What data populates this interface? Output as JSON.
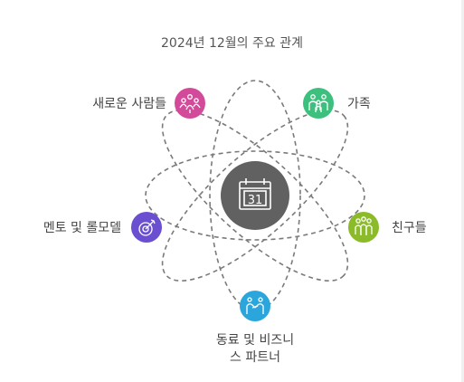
{
  "title": "2024년 12월의 주요 관계",
  "center": {
    "date_number": "31",
    "icon": "calendar-icon",
    "color": "#616161"
  },
  "nodes": {
    "new_people": {
      "label": "새로운 사람들",
      "icon": "group-icon",
      "color": "#d34a9b"
    },
    "family": {
      "label": "가족",
      "icon": "family-icon",
      "color": "#3dbf7e"
    },
    "friends": {
      "label": "친구들",
      "icon": "friends-icon",
      "color": "#8cbb2a"
    },
    "mentors": {
      "label": "멘토 및 롤모델",
      "icon": "target-icon",
      "color": "#6a4fd1"
    },
    "colleagues": {
      "label_line1": "동료 및 비즈니",
      "label_line2": "스 파트너",
      "icon": "handshake-icon",
      "color": "#2aa6dd"
    }
  }
}
